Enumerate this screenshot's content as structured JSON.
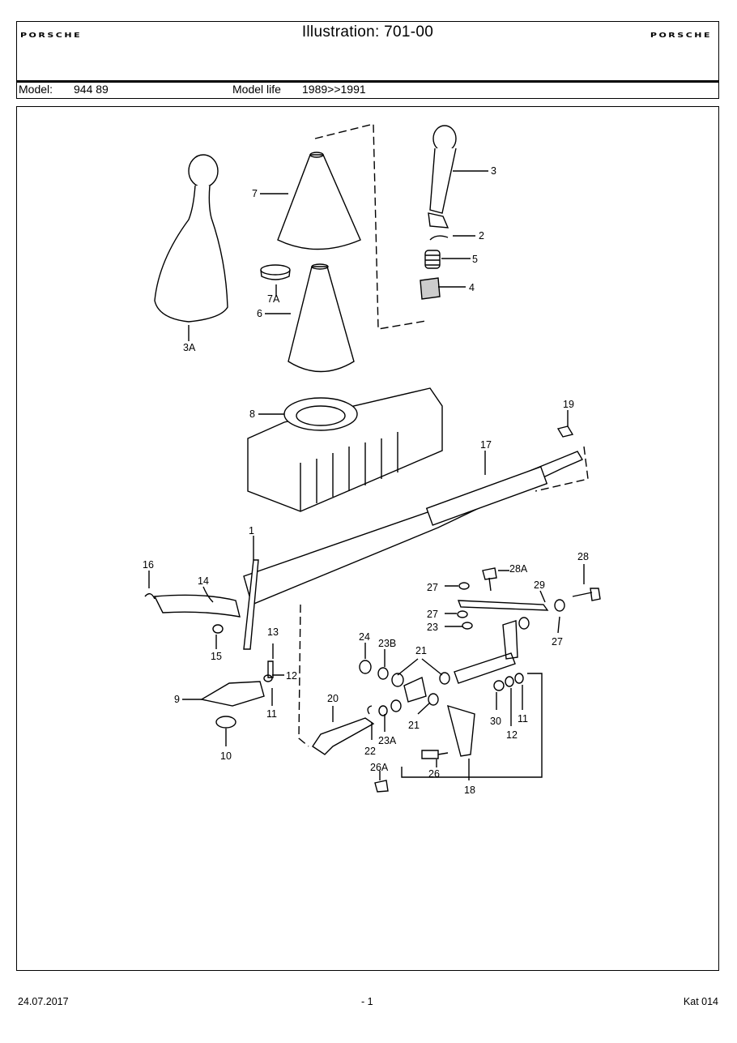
{
  "header": {
    "title": "Illustration: 701-00",
    "brand_left": "PORSCHE",
    "brand_right": "PORSCHE"
  },
  "model": {
    "model_label": "Model:",
    "model_value": "944 89",
    "life_label": "Model life",
    "life_value": "1989>>1991"
  },
  "diagram": {
    "labels": [
      "1",
      "2",
      "3",
      "3A",
      "4",
      "5",
      "6",
      "7",
      "7A",
      "8",
      "9",
      "10",
      "11",
      "12",
      "13",
      "14",
      "15",
      "16",
      "17",
      "18",
      "19",
      "20",
      "21",
      "22",
      "23",
      "23A",
      "23B",
      "24",
      "26",
      "26A",
      "27",
      "28",
      "28A",
      "29",
      "30"
    ]
  },
  "footer": {
    "date": "24.07.2017",
    "page": "- 1",
    "catalog": "Kat 014"
  }
}
